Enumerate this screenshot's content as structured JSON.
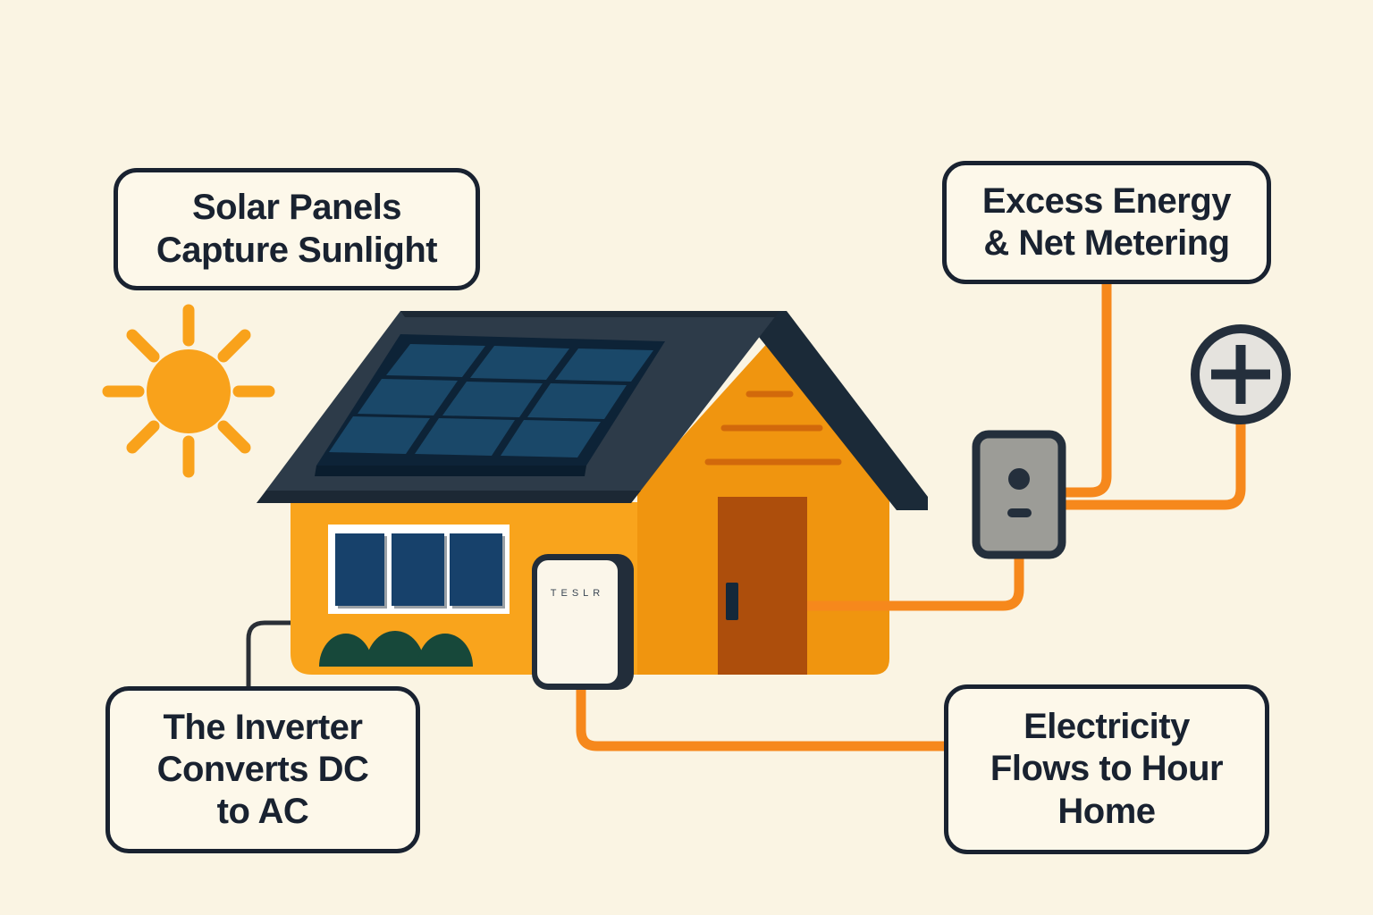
{
  "callouts": {
    "solar_panels": {
      "text": "Solar Panels\nCapture Sunlight"
    },
    "excess_energy": {
      "text": "Excess Energy\n& Net Metering"
    },
    "inverter": {
      "text": "The Inverter\nConverts DC\nto AC"
    },
    "electricity": {
      "text": "Electricity\nFlows to Hour\nHome"
    }
  },
  "battery": {
    "brand_label": "TESLR"
  },
  "colors": {
    "bg": "#FAF4E3",
    "panel": "#FDF8EA",
    "ink": "#192230",
    "roof": "#2D3B49",
    "roof-dark": "#1C2834",
    "roof-band": "#1B2A38",
    "panel-grid": "#0D2337",
    "panel-lip": "#0A1D2E",
    "cell-blue": "#1A4869",
    "wall-light": "#F9A41C",
    "wall-dark": "#F0950F",
    "door-brown": "#AD4E0C",
    "door-handle": "#14283A",
    "trim-orange": "#D2690B",
    "window-white": "#FFFFFF",
    "window-navy": "#17416B",
    "pane-shadow": "#9AA0A5",
    "bush-green": "#17483A",
    "battery-case": "#222D3A",
    "battery-face": "#FBF6EA",
    "battery-text": "#3A4654",
    "meter-gray": "#9C9C97",
    "meter-ink": "#242F3C",
    "plus-gray": "#E5E3DE",
    "wire-orange": "#F6881C",
    "wire-dark": "#2A2F36",
    "sun-orange": "#F9A21B"
  }
}
